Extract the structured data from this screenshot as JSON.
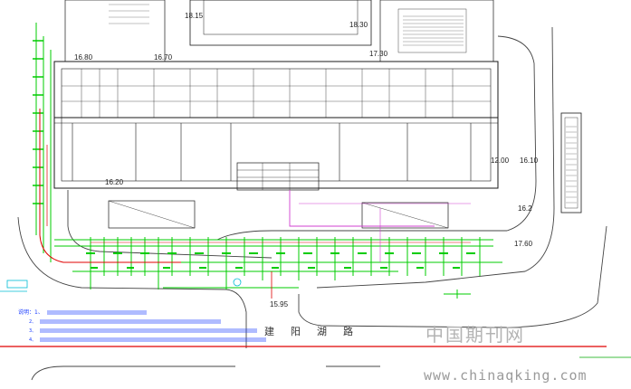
{
  "drawing": {
    "elevations": [
      {
        "id": "e1",
        "text": "18.15"
      },
      {
        "id": "e2",
        "text": "18.30"
      },
      {
        "id": "e3",
        "text": "16.80"
      },
      {
        "id": "e4",
        "text": "16.70"
      },
      {
        "id": "e5",
        "text": "17.30"
      },
      {
        "id": "e6",
        "text": "16.20"
      },
      {
        "id": "e7",
        "text": "12.00"
      },
      {
        "id": "e8",
        "text": "16.10"
      },
      {
        "id": "e9",
        "text": "16.2"
      },
      {
        "id": "e10",
        "text": "17.60"
      },
      {
        "id": "e11",
        "text": "15.95"
      }
    ],
    "road_name": "建阳湖路",
    "notes": {
      "title": "说明：1、",
      "lines": [
        "2、",
        "3、",
        "4、"
      ]
    },
    "colors": {
      "walls": "#1a1a1a",
      "pipe_main": "#00cc00",
      "pipe_red": "#e00000",
      "pipe_magenta": "#d040d0",
      "notes": "#1a3cff",
      "cyan": "#00bcd4"
    }
  },
  "watermark": {
    "chinese": "中国期刊网",
    "url": "www.chinaqking.com"
  }
}
